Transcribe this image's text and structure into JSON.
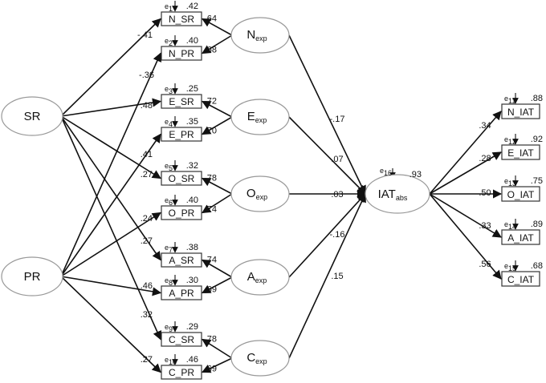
{
  "observed": {
    "SR": "SR",
    "PR": "PR"
  },
  "indicators": [
    {
      "id": "N_SR",
      "label": "N_SR",
      "err": "e",
      "err_sub": "1",
      "r2": ".42"
    },
    {
      "id": "N_PR",
      "label": "N_PR",
      "err": "e",
      "err_sub": "2",
      "r2": ".40"
    },
    {
      "id": "E_SR",
      "label": "E_SR",
      "err": "e",
      "err_sub": "3",
      "r2": ".25"
    },
    {
      "id": "E_PR",
      "label": "E_PR",
      "err": "e",
      "err_sub": "4",
      "r2": ".35"
    },
    {
      "id": "O_SR",
      "label": "O_SR",
      "err": "e",
      "err_sub": "5",
      "r2": ".32"
    },
    {
      "id": "O_PR",
      "label": "O_PR",
      "err": "e",
      "err_sub": "6",
      "r2": ".40"
    },
    {
      "id": "A_SR",
      "label": "A_SR",
      "err": "e",
      "err_sub": "7",
      "r2": ".38"
    },
    {
      "id": "A_PR",
      "label": "A_PR",
      "err": "e",
      "err_sub": "8",
      "r2": ".30"
    },
    {
      "id": "C_SR",
      "label": "C_SR",
      "err": "e",
      "err_sub": "9",
      "r2": ".29"
    },
    {
      "id": "C_PR",
      "label": "C_PR",
      "err": "e",
      "err_sub": "10",
      "r2": ".46"
    }
  ],
  "latents": [
    {
      "id": "Nexp",
      "base": "N",
      "sub": "exp",
      "loadings": [
        ".64",
        ".68"
      ],
      "path": "-.17"
    },
    {
      "id": "Eexp",
      "base": "E",
      "sub": "exp",
      "loadings": [
        ".72",
        ".70"
      ],
      "path": ".07"
    },
    {
      "id": "Oexp",
      "base": "O",
      "sub": "exp",
      "loadings": [
        ".78",
        ".74"
      ],
      "path": ".03"
    },
    {
      "id": "Aexp",
      "base": "A",
      "sub": "exp",
      "loadings": [
        ".74",
        ".69"
      ],
      "path": "-.16"
    },
    {
      "id": "Cexp",
      "base": "C",
      "sub": "exp",
      "loadings": [
        ".78",
        ".69"
      ],
      "path": ".15"
    }
  ],
  "iat": {
    "base": "IAT",
    "sub": "abs",
    "err": "e",
    "err_sub": "16",
    "r2": ".93"
  },
  "outcomes": [
    {
      "id": "N_IAT",
      "label": "N_IAT",
      "err": "e",
      "err_sub": "11",
      "r2": ".88",
      "loading": ".34"
    },
    {
      "id": "E_IAT",
      "label": "E_IAT",
      "err": "e",
      "err_sub": "12",
      "r2": ".92",
      "loading": ".28"
    },
    {
      "id": "O_IAT",
      "label": "O_IAT",
      "err": "e",
      "err_sub": "13",
      "r2": ".75",
      "loading": ".50"
    },
    {
      "id": "A_IAT",
      "label": "A_IAT",
      "err": "e",
      "err_sub": "14",
      "r2": ".89",
      "loading": ".33"
    },
    {
      "id": "C_IAT",
      "label": "C_IAT",
      "err": "e",
      "err_sub": "15",
      "r2": ".68",
      "loading": ".56"
    }
  ],
  "sr_paths": [
    {
      "to": "N_SR",
      "coef": "-.41"
    },
    {
      "to": "E_SR",
      "coef": ".48"
    },
    {
      "to": "O_SR",
      "coef": ".27"
    },
    {
      "to": "A_SR",
      "coef": ".27"
    },
    {
      "to": "C_SR",
      "coef": ".32"
    }
  ],
  "pr_paths": [
    {
      "to": "N_PR",
      "coef": "-.36"
    },
    {
      "to": "E_PR",
      "coef": ".41"
    },
    {
      "to": "O_PR",
      "coef": ".24"
    },
    {
      "to": "A_PR",
      "coef": ".46"
    },
    {
      "to": "C_PR",
      "coef": ".27"
    }
  ]
}
